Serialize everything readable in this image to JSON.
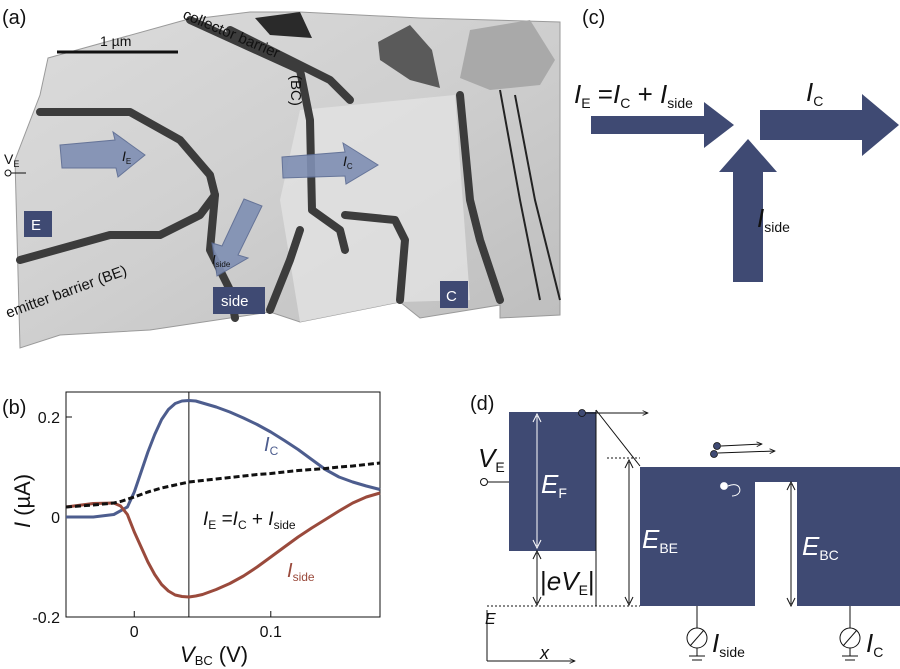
{
  "colors": {
    "navy": "#3f4a73",
    "red_curve": "#9a4a3c",
    "blue_curve": "#4d5d8e",
    "dashed": "#111111"
  },
  "panel_a": {
    "label": "(a)",
    "scale_bar": "1 µm",
    "collector_barrier": "collector barrier",
    "bc_tag": "(BC)",
    "emitter_barrier": "emitter barrier (BE)",
    "ve": {
      "main": "V",
      "sub": "E"
    },
    "ie": {
      "main": "I",
      "sub": "E"
    },
    "ic": {
      "main": "I",
      "sub": "C"
    },
    "iside": {
      "main": "I",
      "sub": "side"
    },
    "box_e": "E",
    "box_side": "side",
    "box_c": "C"
  },
  "panel_b": {
    "label": "(b)",
    "ylabel_main": "I",
    "ylabel_unit": "(µA)",
    "xlabel_main": "V",
    "xlabel_sub": "BC",
    "xlabel_unit": "(V)",
    "curve_ic": {
      "main": "I",
      "sub": "C"
    },
    "curve_iside": {
      "main": "I",
      "sub": "side"
    },
    "curve_eq": {
      "ie": "I",
      "ie_sub": "E",
      "eq": " =",
      "ic": "I",
      "ic_sub": "C",
      "plus": " + ",
      "is": "I",
      "is_sub": "side"
    }
  },
  "chart_data": {
    "type": "line",
    "xlabel": "V_BC (V)",
    "ylabel": "I (µA)",
    "xlim": [
      -0.05,
      0.18
    ],
    "ylim": [
      -0.2,
      0.25
    ],
    "xticks": [
      {
        "v": 0,
        "label": "0"
      },
      {
        "v": 0.1,
        "label": "0.1"
      }
    ],
    "yticks": [
      {
        "v": 0.2,
        "label": "0.2"
      },
      {
        "v": 0,
        "label": "0"
      },
      {
        "v": -0.2,
        "label": "-0.2"
      }
    ],
    "vline_x": 0.04,
    "series": [
      {
        "key": "ic",
        "style": "solid",
        "color": "#4d5d8e",
        "x": [
          -0.05,
          -0.03,
          -0.015,
          -0.005,
          0.0,
          0.005,
          0.01,
          0.015,
          0.02,
          0.025,
          0.03,
          0.035,
          0.04,
          0.045,
          0.05,
          0.06,
          0.07,
          0.08,
          0.09,
          0.1,
          0.11,
          0.12,
          0.13,
          0.14,
          0.15,
          0.16,
          0.17,
          0.18
        ],
        "y": [
          0.0,
          0.0,
          0.005,
          0.02,
          0.05,
          0.09,
          0.13,
          0.165,
          0.195,
          0.215,
          0.227,
          0.232,
          0.233,
          0.232,
          0.228,
          0.22,
          0.21,
          0.198,
          0.185,
          0.17,
          0.153,
          0.135,
          0.115,
          0.095,
          0.08,
          0.07,
          0.062,
          0.055
        ]
      },
      {
        "key": "iside",
        "style": "solid",
        "color": "#9a4a3c",
        "x": [
          -0.05,
          -0.03,
          -0.015,
          -0.01,
          -0.005,
          0.0,
          0.005,
          0.01,
          0.015,
          0.02,
          0.025,
          0.03,
          0.035,
          0.04,
          0.045,
          0.05,
          0.06,
          0.07,
          0.08,
          0.09,
          0.1,
          0.11,
          0.12,
          0.13,
          0.14,
          0.15,
          0.16,
          0.17,
          0.18
        ],
        "y": [
          0.02,
          0.027,
          0.028,
          0.022,
          0.005,
          -0.03,
          -0.06,
          -0.09,
          -0.115,
          -0.135,
          -0.148,
          -0.156,
          -0.159,
          -0.16,
          -0.158,
          -0.155,
          -0.145,
          -0.133,
          -0.118,
          -0.1,
          -0.08,
          -0.06,
          -0.04,
          -0.022,
          -0.005,
          0.012,
          0.028,
          0.04,
          0.048
        ]
      },
      {
        "key": "ie",
        "style": "dashed",
        "color": "#111111",
        "x": [
          -0.05,
          -0.03,
          -0.015,
          -0.01,
          0.0,
          0.01,
          0.02,
          0.03,
          0.04,
          0.05,
          0.06,
          0.07,
          0.08,
          0.09,
          0.1,
          0.11,
          0.12,
          0.13,
          0.14,
          0.15,
          0.16,
          0.17,
          0.18
        ],
        "y": [
          0.02,
          0.024,
          0.028,
          0.031,
          0.04,
          0.05,
          0.058,
          0.064,
          0.07,
          0.073,
          0.076,
          0.079,
          0.082,
          0.085,
          0.087,
          0.09,
          0.093,
          0.095,
          0.097,
          0.1,
          0.102,
          0.105,
          0.108
        ]
      }
    ]
  },
  "panel_c": {
    "label": "(c)",
    "eq": {
      "ie": "I",
      "ie_sub": "E",
      "eq": " =",
      "ic": "I",
      "ic_sub": "C",
      "plus": " + ",
      "is": "I",
      "is_sub": "side"
    },
    "ic": {
      "main": "I",
      "sub": "C"
    },
    "iside": {
      "main": "I",
      "sub": "side"
    }
  },
  "panel_d": {
    "label": "(d)",
    "ve": {
      "main": "V",
      "sub": "E"
    },
    "ef": {
      "main": "E",
      "sub": "F"
    },
    "ebe": {
      "main": "E",
      "sub": "BE"
    },
    "ebc": {
      "main": "E",
      "sub": "BC"
    },
    "eve": {
      "pre": "|",
      "e": "e",
      "v": "V",
      "sub": "E",
      "post": "|"
    },
    "axis_e": "E",
    "axis_x": "x",
    "iside": {
      "main": "I",
      "sub": "side"
    },
    "ic": {
      "main": "I",
      "sub": "C"
    }
  }
}
